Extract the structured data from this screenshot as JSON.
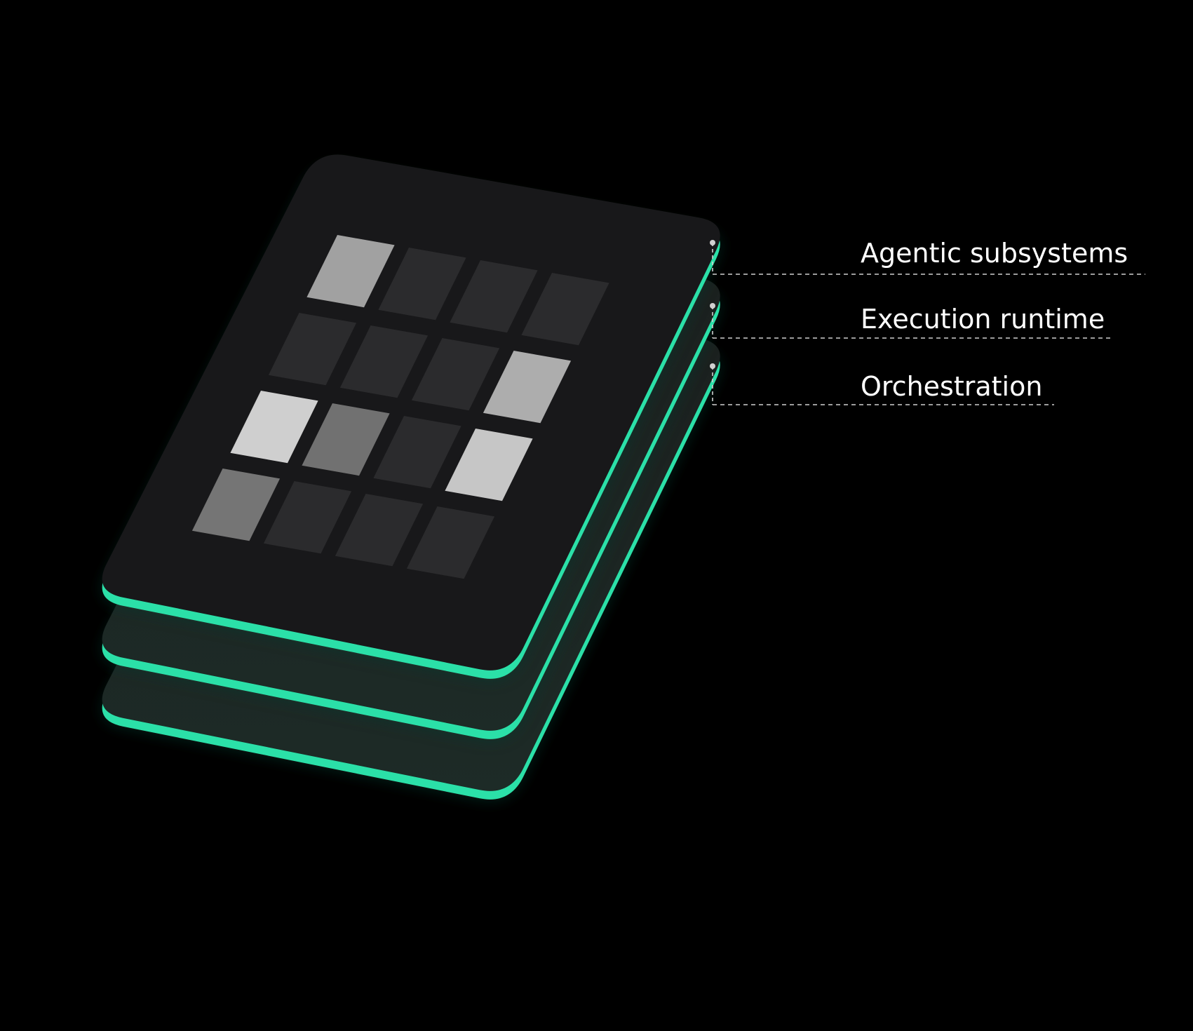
{
  "colors": {
    "background": "#000000",
    "card_face": "#18181a",
    "card_edge": "#2be0a8",
    "card_glow": "#0e3b2f",
    "leader_line": "#d0d0d0",
    "label_text": "#ffffff"
  },
  "layers": [
    {
      "id": "agentic",
      "label": "Agentic subsystems"
    },
    {
      "id": "runtime",
      "label": "Execution runtime"
    },
    {
      "id": "orchestration",
      "label": "Orchestration"
    }
  ],
  "grid": {
    "rows": 4,
    "cols": 4,
    "tiles": [
      [
        "#a1a1a1",
        "#2b2b2d",
        "#2b2b2d",
        "#2b2b2d"
      ],
      [
        "#2b2b2d",
        "#2b2b2d",
        "#2b2b2d",
        "#adadad"
      ],
      [
        "#cfcfcf",
        "#717171",
        "#2b2b2d",
        "#c6c6c6"
      ],
      [
        "#757575",
        "#2b2b2d",
        "#2b2b2d",
        "#2b2b2d"
      ]
    ]
  }
}
